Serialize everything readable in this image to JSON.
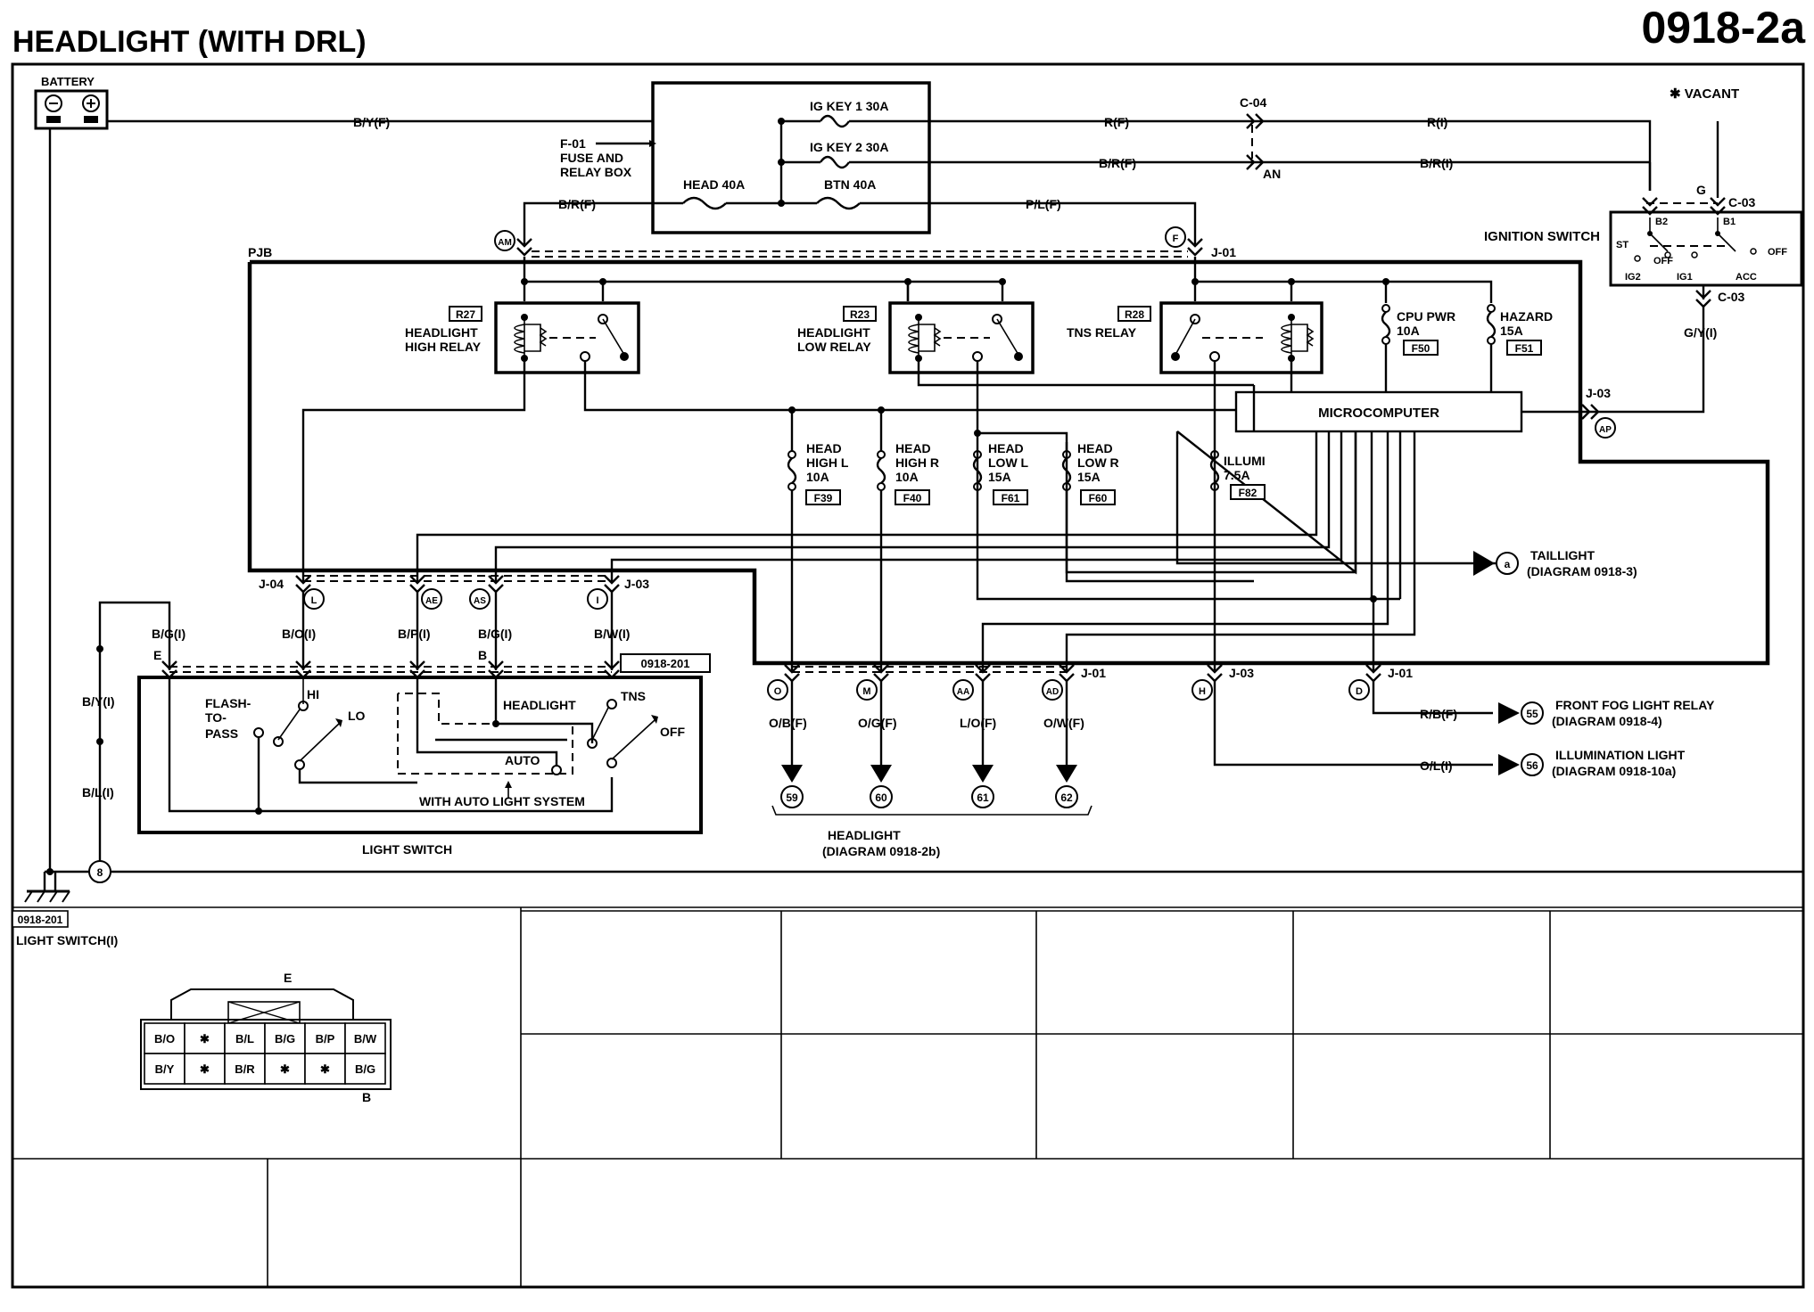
{
  "header": {
    "title": "HEADLIGHT (WITH DRL)",
    "code": "0918-2a"
  },
  "legend": {
    "vacant": "✱ VACANT"
  },
  "battery": {
    "label": "BATTERY"
  },
  "fuse_box": {
    "label": "F-01",
    "name_line1": "FUSE AND",
    "name_line2": "RELAY BOX",
    "ig_key1": "IG KEY 1 30A",
    "ig_key2": "IG KEY 2 30A",
    "head": "HEAD 40A",
    "btn": "BTN 40A"
  },
  "wires": {
    "b_y_f": "B/Y(F)",
    "r_f": "R(F)",
    "r_i": "R(I)",
    "b_r_f1": "B/R(F)",
    "b_r_i": "B/R(I)",
    "b_r_f2": "B/R(F)",
    "p_l_f": "P/L(F)",
    "g_y_i": "G/Y(I)",
    "b_g_i1": "B/G(I)",
    "b_o_i": "B/O(I)",
    "b_p_i": "B/P(I)",
    "b_g_i2": "B/G(I)",
    "b_w_i": "B/W(I)",
    "b_y_i": "B/Y(I)",
    "b_l_i": "B/L(I)",
    "o_b_f": "O/B(F)",
    "o_g_f": "O/G(F)",
    "l_o_f": "L/O(F)",
    "o_w_f": "O/W(F)",
    "r_b_f": "R/B(F)",
    "o_l_i": "O/L(I)"
  },
  "connectors": {
    "c04": "C-04",
    "an": "AN",
    "c03a": "C-03",
    "c03b": "C-03",
    "g": "G",
    "j01a": "J-01",
    "j01b": "J-01",
    "j01c": "J-01",
    "j03a": "J-03",
    "j03b": "J-03",
    "j03c": "J-03",
    "j04": "J-04",
    "pjb": "PJB",
    "e_top": "E",
    "b_top": "B"
  },
  "terminals": {
    "am": "AM",
    "f": "F",
    "ap": "AP",
    "l": "L",
    "ae": "AE",
    "as": "AS",
    "i": "I",
    "o": "O",
    "m": "M",
    "aa": "AA",
    "ad": "AD",
    "h": "H",
    "d": "D",
    "a": "a"
  },
  "ignition": {
    "label": "IGNITION SWITCH",
    "b2": "B2",
    "b1": "B1",
    "st": "ST",
    "off1": "OFF",
    "off2": "OFF",
    "ig2": "IG2",
    "ig1": "IG1",
    "acc": "ACC"
  },
  "relays": {
    "r27": {
      "tag": "R27",
      "line1": "HEADLIGHT",
      "line2": "HIGH RELAY"
    },
    "r23": {
      "tag": "R23",
      "line1": "HEADLIGHT",
      "line2": "LOW RELAY"
    },
    "r28": {
      "tag": "R28",
      "line1": "TNS RELAY"
    }
  },
  "fuses": {
    "cpu": {
      "l1": "CPU PWR",
      "l2": "10A",
      "tag": "F50"
    },
    "hazard": {
      "l1": "HAZARD",
      "l2": "15A",
      "tag": "F51"
    },
    "hhl": {
      "l1": "HEAD",
      "l2": "HIGH L",
      "l3": "10A",
      "tag": "F39"
    },
    "hhr": {
      "l1": "HEAD",
      "l2": "HIGH R",
      "l3": "10A",
      "tag": "F40"
    },
    "hll": {
      "l1": "HEAD",
      "l2": "LOW L",
      "l3": "15A",
      "tag": "F61"
    },
    "hlr": {
      "l1": "HEAD",
      "l2": "LOW R",
      "l3": "15A",
      "tag": "F60"
    },
    "illumi": {
      "l1": "ILLUMI",
      "l2": "7.5A",
      "tag": "F82"
    }
  },
  "microcomputer": "MICROCOMPUTER",
  "taillight": {
    "l1": "TAILLIGHT",
    "l2": "(DIAGRAM 0918-3)"
  },
  "fog": {
    "num": "55",
    "l1": "FRONT FOG LIGHT RELAY",
    "l2": "(DIAGRAM 0918-4)"
  },
  "illum_light": {
    "num": "56",
    "l1": "ILLUMINATION LIGHT",
    "l2": "(DIAGRAM 0918-10a)"
  },
  "headlight_ref": {
    "n1": "59",
    "n2": "60",
    "n3": "61",
    "n4": "62",
    "l1": "HEADLIGHT",
    "l2": "(DIAGRAM 0918-2b)"
  },
  "light_switch": {
    "conn": "0918-201",
    "flash1": "FLASH-",
    "flash2": "TO-",
    "flash3": "PASS",
    "hi": "HI",
    "lo": "LO",
    "headlight": "HEADLIGHT",
    "tns": "TNS",
    "off": "OFF",
    "auto": "AUTO",
    "with_auto": "WITH AUTO LIGHT SYSTEM",
    "label": "LIGHT SWITCH"
  },
  "ground": {
    "num": "8"
  },
  "connector_view": {
    "code": "0918-201",
    "name": "LIGHT SWITCH(I)",
    "top_label": "E",
    "bottom_label": "B",
    "row1": [
      "B/O",
      "✱",
      "B/L",
      "B/G",
      "B/P",
      "B/W"
    ],
    "row2": [
      "B/Y",
      "✱",
      "B/R",
      "✱",
      "✱",
      "B/G"
    ]
  }
}
